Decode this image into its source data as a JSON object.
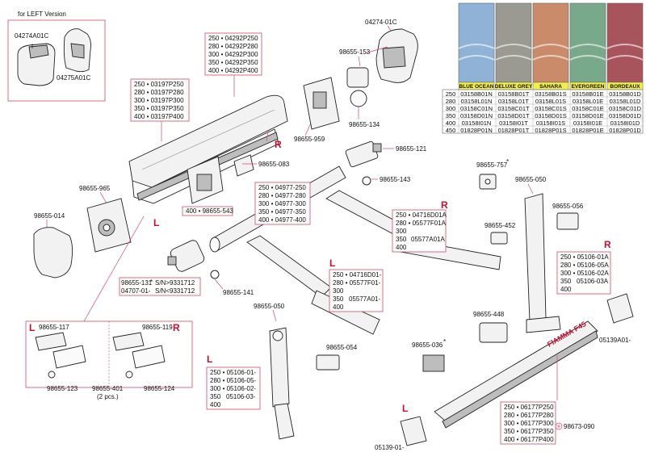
{
  "left_version_label": "for LEFT Version",
  "caps": {
    "cap_left": "04274A01C",
    "cap_right": "04275A01C",
    "end_cap": "04274-01C"
  },
  "case_codes": [
    "250 • 03197P250",
    "280 • 03197P280",
    "300 • 03197P300",
    "350 • 03197P350",
    "400 • 03197P400"
  ],
  "front_codes": [
    "250 • 04292P250",
    "280 • 04292P280",
    "300 • 04292P300",
    "350 • 04292P350",
    "400 • 04292P400"
  ],
  "roller_codes": [
    "250 • 04977-250",
    "280 • 04977-280",
    "300 • 04977-300",
    "350 • 04977-350",
    "400 • 04977-400"
  ],
  "arm_right_codes": [
    "250 • 04716D01A",
    "280 • 05577F01A",
    "300",
    "350",
    "400"
  ],
  "arm_right_group": "05577A01A",
  "arm_left_codes": [
    "250 • 04716D01-",
    "280 • 05577F01-",
    "300",
    "350",
    "400"
  ],
  "arm_left_group": "05577A01-",
  "leg_right_codes": [
    "250 • 05106-01A",
    "280 • 05106-05A",
    "300 • 05106-02A",
    "350",
    "400"
  ],
  "leg_right_group": "05106-03A",
  "leg_left_codes": [
    "250 • 05106-01-",
    "280 • 05106-05-",
    "300 • 05106-02-",
    "350",
    "400"
  ],
  "leg_left_group": "05106-03-",
  "bar_codes": [
    "250 • 06177P250",
    "280 • 06177P280",
    "300 • 06177P300",
    "350 • 06177P350",
    "400 • 06177P400"
  ],
  "bar_plus_code": "98673-090",
  "parts": {
    "p153": "98655-153",
    "p134": "98655-134",
    "p959": "98655-959",
    "p121": "98655-121",
    "p083": "98655-083",
    "p543": "400 • 98655-543",
    "p965": "98655-965",
    "p014": "98655-014",
    "p143": "98655-143",
    "p131": "98655-131",
    "p131_sn": "S/N>9331712",
    "p04707": "04707-01-",
    "p04707_sn": "S/N<9331712",
    "p141": "98655-141",
    "p757": "98655-757",
    "p050r": "98655-050",
    "p056": "98655-056",
    "p452": "98655-452",
    "p448": "98655-448",
    "p036": "98655-036",
    "p05139a": "05139A01-",
    "p050l": "98655-050",
    "p054": "98655-054",
    "p05139": "05139-01-",
    "p117": "98655-117",
    "p119": "98655-119",
    "p123": "98655-123",
    "p401": "98655-401",
    "p401_note": "(2 pcs.)",
    "p124": "98655-124"
  },
  "side_markers": {
    "L": "L",
    "R": "R"
  },
  "asterisk": "*",
  "brand_text": "FIAMMA F45",
  "color_table": {
    "swatch_colors": [
      "#8fb2d6",
      "#9a9a92",
      "#c98b6a",
      "#79a98b",
      "#a8545c"
    ],
    "headers": [
      "BLUE OCEAN",
      "DELUXE GREY",
      "SAHARA",
      "EVERGREEN",
      "BORDEAUX"
    ],
    "rows": [
      {
        "size": "250",
        "codes": [
          "03158B01N",
          "03158B01T",
          "03158B01S",
          "03158B01E",
          "03158B01D"
        ]
      },
      {
        "size": "280",
        "codes": [
          "03158L01N",
          "03158L01T",
          "03158L01S",
          "03158L01E",
          "03158L01D"
        ]
      },
      {
        "size": "300",
        "codes": [
          "03158C01N",
          "03158C01T",
          "03158C01S",
          "03158C01E",
          "03158C01D"
        ]
      },
      {
        "size": "350",
        "codes": [
          "03158D01N",
          "03158D01T",
          "03158D01S",
          "03158D01E",
          "03158D01D"
        ]
      },
      {
        "size": "400",
        "codes": [
          "03158I01N",
          "03158I01T",
          "03158I01S",
          "03158I01E",
          "03158I01D"
        ]
      },
      {
        "size": "450",
        "codes": [
          "01828P01N",
          "01828P01T",
          "01828P01S",
          "01828P01E",
          "01828P01D"
        ]
      }
    ]
  }
}
